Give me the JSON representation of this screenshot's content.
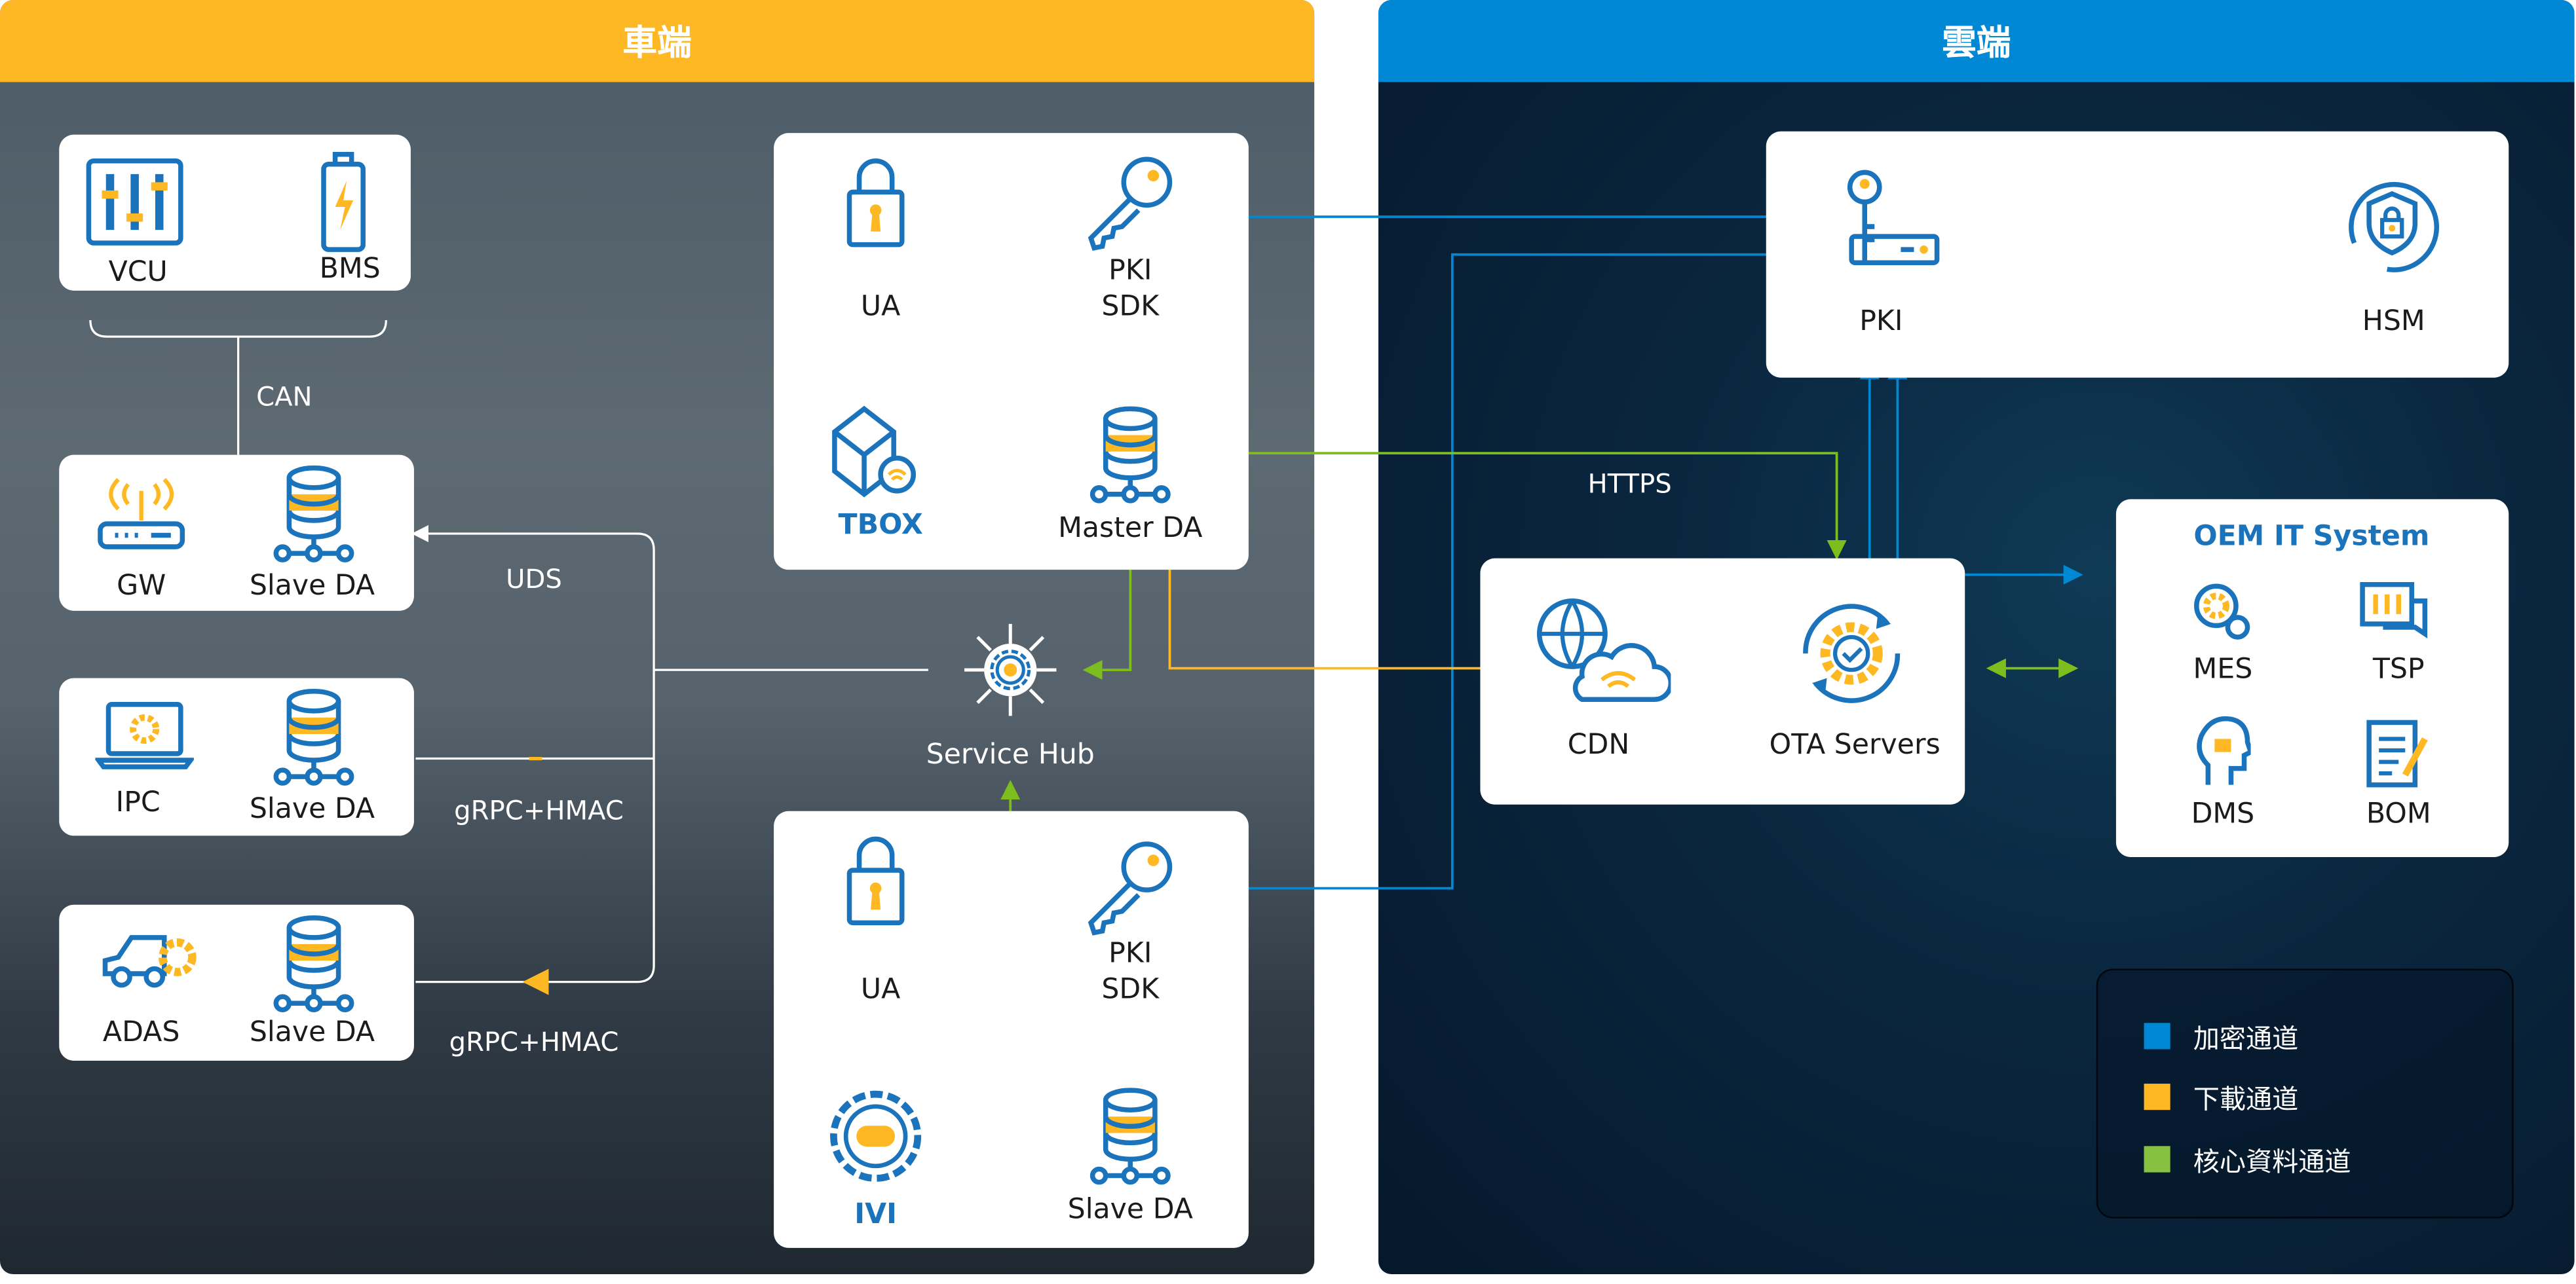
{
  "left_panel": {
    "title": "車端"
  },
  "right_panel": {
    "title": "雲端"
  },
  "vehicle": {
    "vcu": "VCU",
    "bms": "BMS",
    "can": "CAN",
    "uds": "UDS",
    "gw": "GW",
    "gw_da": "Slave DA",
    "ipc": "IPC",
    "ipc_da": "Slave DA",
    "ipc_link": "gRPC+HMAC",
    "adas": "ADAS",
    "adas_da": "Slave DA",
    "adas_link": "gRPC+HMAC",
    "service_hub": "Service Hub",
    "tbox": {
      "ua": "UA",
      "pki_sdk_1": "PKI",
      "pki_sdk_2": "SDK",
      "name": "TBOX",
      "da": "Master DA"
    },
    "ivi": {
      "ua": "UA",
      "pki_sdk_1": "PKI",
      "pki_sdk_2": "SDK",
      "name": "IVI",
      "da": "Slave DA"
    }
  },
  "cloud": {
    "pki": "PKI",
    "hsm": "HSM",
    "https": "HTTPS",
    "cdn": "CDN",
    "ota": "OTA Servers",
    "oem": {
      "title": "OEM IT System",
      "items": [
        "MES",
        "TSP",
        "DMS",
        "BOM"
      ]
    }
  },
  "legend": [
    {
      "label": "加密通道",
      "color": "#0088D4"
    },
    {
      "label": "下載通道",
      "color": "#FDB823"
    },
    {
      "label": "核心資料通道",
      "color": "#86C140"
    }
  ],
  "colors": {
    "blue": "#1b74bb",
    "orange": "#FDB823",
    "green": "#7DBE1E"
  }
}
